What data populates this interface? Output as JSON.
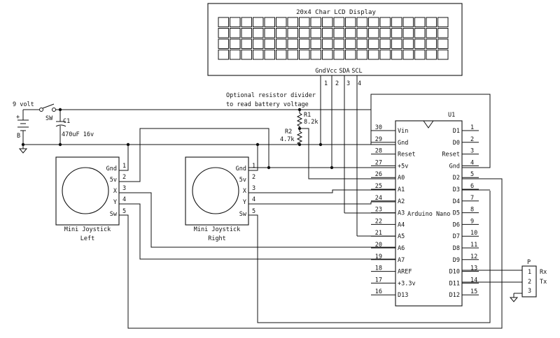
{
  "lcd": {
    "title": "20x4 Char LCD Display",
    "pins": [
      "Gnd",
      "Vcc",
      "SDA",
      "SCL"
    ],
    "pin_numbers": [
      "1",
      "2",
      "3",
      "4"
    ],
    "columns": 20,
    "rows": 4
  },
  "battery": {
    "voltage": "9 volt",
    "ref": "B",
    "plus": "+"
  },
  "switch": {
    "ref": "SW"
  },
  "capacitor": {
    "ref": "C1",
    "value": "470uF 16v"
  },
  "divider_note": [
    "Optional resistor divider",
    "to read battery voltage"
  ],
  "r1": {
    "ref": "R1",
    "value": "8.2k"
  },
  "r2": {
    "ref": "R2",
    "value": "4.7k"
  },
  "joystick_left": {
    "title": [
      "Mini Joystick",
      "Left"
    ],
    "pin_labels": [
      "Gnd",
      "5v",
      "X",
      "Y",
      "Sw"
    ],
    "pin_numbers": [
      "1",
      "2",
      "3",
      "4",
      "5"
    ]
  },
  "joystick_right": {
    "title": [
      "Mini Joystick",
      "Right"
    ],
    "pin_labels": [
      "Gnd",
      "5v",
      "X",
      "Y",
      "Sw"
    ],
    "pin_numbers": [
      "1",
      "2",
      "3",
      "4",
      "5"
    ]
  },
  "arduino": {
    "ref": "U1",
    "name": "Arduino Nano",
    "left_pins": [
      {
        "num": "30",
        "label": "Vin"
      },
      {
        "num": "29",
        "label": "Gnd"
      },
      {
        "num": "28",
        "label": "Reset"
      },
      {
        "num": "27",
        "label": "+5v"
      },
      {
        "num": "26",
        "label": "A0"
      },
      {
        "num": "25",
        "label": "A1"
      },
      {
        "num": "24",
        "label": "A2"
      },
      {
        "num": "23",
        "label": "A3"
      },
      {
        "num": "22",
        "label": "A4"
      },
      {
        "num": "21",
        "label": "A5"
      },
      {
        "num": "20",
        "label": "A6"
      },
      {
        "num": "19",
        "label": "A7"
      },
      {
        "num": "18",
        "label": "AREF"
      },
      {
        "num": "17",
        "label": "+3.3v"
      },
      {
        "num": "16",
        "label": "D13"
      }
    ],
    "right_pins": [
      {
        "num": "1",
        "label": "D1"
      },
      {
        "num": "2",
        "label": "D0"
      },
      {
        "num": "3",
        "label": "Reset"
      },
      {
        "num": "4",
        "label": "Gnd"
      },
      {
        "num": "5",
        "label": "D2"
      },
      {
        "num": "6",
        "label": "D3"
      },
      {
        "num": "7",
        "label": "D4"
      },
      {
        "num": "8",
        "label": "D5"
      },
      {
        "num": "9",
        "label": "D6"
      },
      {
        "num": "10",
        "label": "D7"
      },
      {
        "num": "11",
        "label": "D8"
      },
      {
        "num": "12",
        "label": "D9"
      },
      {
        "num": "13",
        "label": "D10"
      },
      {
        "num": "14",
        "label": "D11"
      },
      {
        "num": "15",
        "label": "D12"
      }
    ]
  },
  "connector_p": {
    "ref": "P",
    "pins": [
      "1",
      "2",
      "3"
    ],
    "labels": [
      "Rx",
      "Tx"
    ]
  }
}
